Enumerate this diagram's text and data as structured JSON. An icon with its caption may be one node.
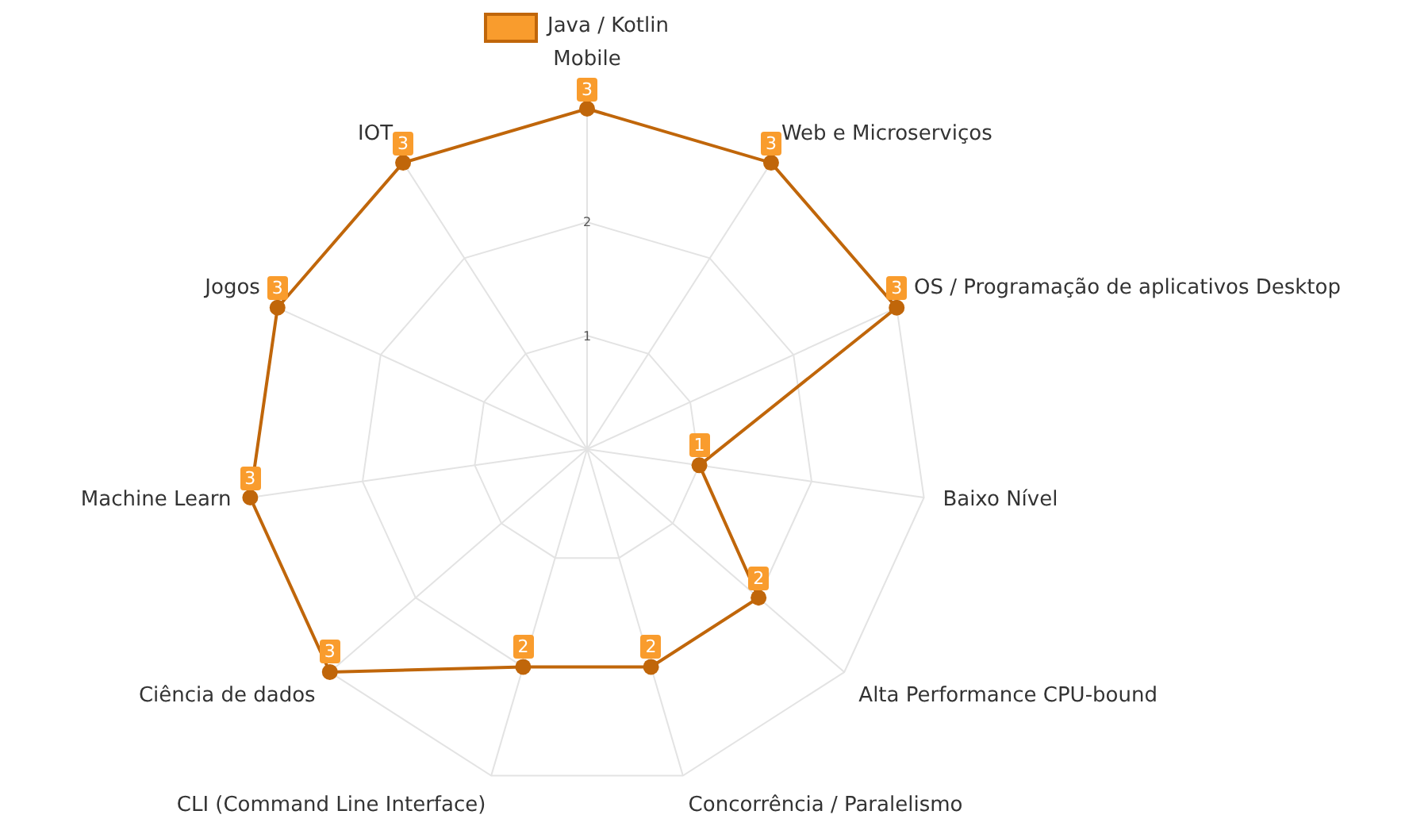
{
  "diagram": {
    "labels": [
      "Mobile",
      "3",
      "Web e Microserviços",
      "3",
      "OS / Programação de aplicativos Desktop",
      "3",
      "Baixo Nível",
      "1",
      "Alta Performance  CPU-bound",
      "2",
      "Concorrência / Paralelismo",
      "2",
      "CLI (Command Line Interface)",
      "2",
      "Ciência de dados",
      "3",
      "Machine Learn",
      "3",
      "Jogos",
      "3",
      "IOT",
      "3",
      "2",
      "1"
    ],
    "legend": [
      {
        "text": "Java / Kotlin",
        "color": "#f99c2d"
      }
    ]
  }
}
